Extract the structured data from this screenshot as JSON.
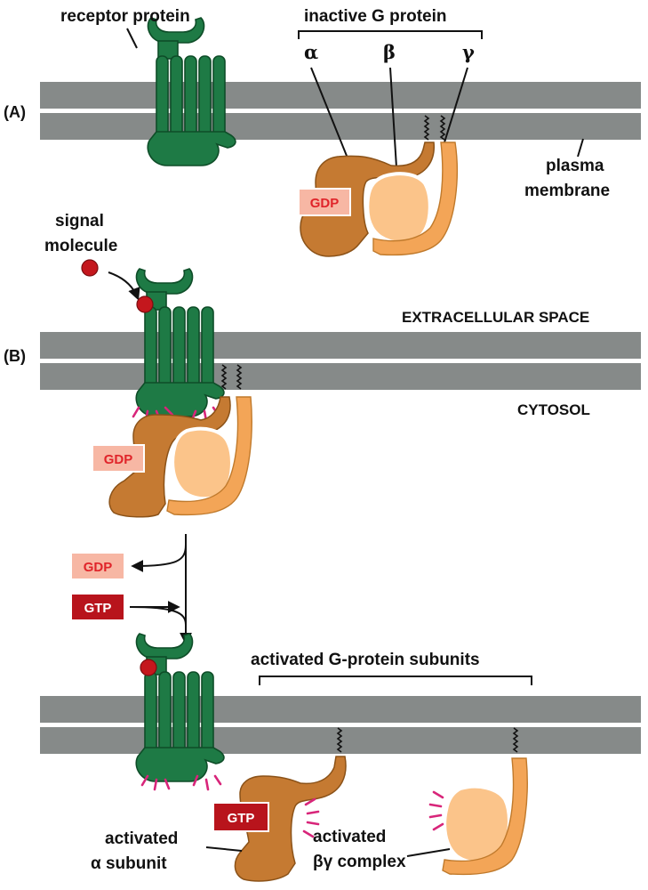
{
  "labels": {
    "receptor_protein": "receptor protein",
    "inactive_g_protein": "inactive G protein",
    "alpha": "α",
    "beta": "β",
    "gamma": "γ",
    "panel_a": "(A)",
    "panel_b": "(B)",
    "plasma": "plasma",
    "membrane": "membrane",
    "signal": "signal",
    "molecule": "molecule",
    "extracellular_space": "EXTRACELLULAR SPACE",
    "cytosol": "CYTOSOL",
    "activated_subunits": "activated G-protein subunits",
    "activated_1": "activated",
    "alpha_subunit": "α subunit",
    "activated_2": "activated",
    "bg_complex": "βγ complex"
  },
  "nucleotides": {
    "gdp": "GDP",
    "gtp": "GTP"
  },
  "colors": {
    "membrane": "#868a89",
    "receptor": "#1e7a45",
    "alpha_subunit": "#c57a32",
    "beta_subunit": "#fbc48a",
    "gamma_subunit": "#f3a557",
    "gdp": "#f7b7a4",
    "gtp": "#b8141c",
    "signal_molecule": "#c4171d",
    "activation_marks": "#d8257a"
  }
}
